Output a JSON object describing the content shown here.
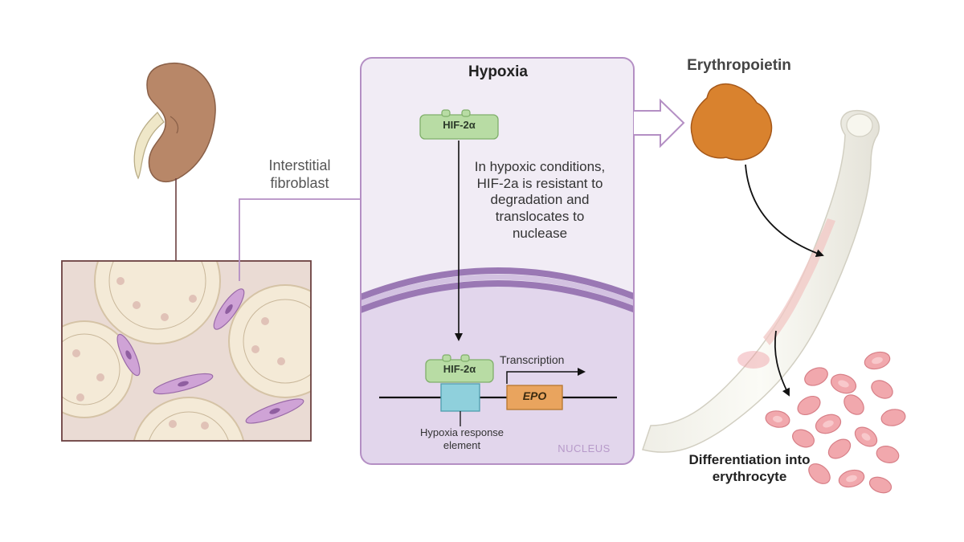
{
  "labels": {
    "hypoxia_title": "Hypoxia",
    "erythropoietin": "Erythropoietin",
    "interstitial_fibroblast": "Interstitial fibroblast",
    "hif_top": "HIF-2α",
    "hif_bottom": "HIF-2α",
    "note": "In hypoxic conditions, HIF-2a is resistant to degradation and translocates to nuclease",
    "transcription": "Transcription",
    "epo_gene": "EPO",
    "hypoxia_response_element": "Hypoxia response element",
    "nucleus": "NUCLEUS",
    "differentiation": "Differentiation into erythrocyte"
  },
  "colors": {
    "panel_fill": "#f1ecf5",
    "panel_border": "#b48fc4",
    "nucleus_fill": "#e2d6ec",
    "membrane": "#9a78b4",
    "hif_fill": "#b8dca4",
    "hre_fill": "#8fd0dc",
    "epo_gene_fill": "#e9a45e",
    "epo_protein": "#d9822e",
    "kidney": "#b88768",
    "erythrocyte": "#f1a8ad"
  }
}
